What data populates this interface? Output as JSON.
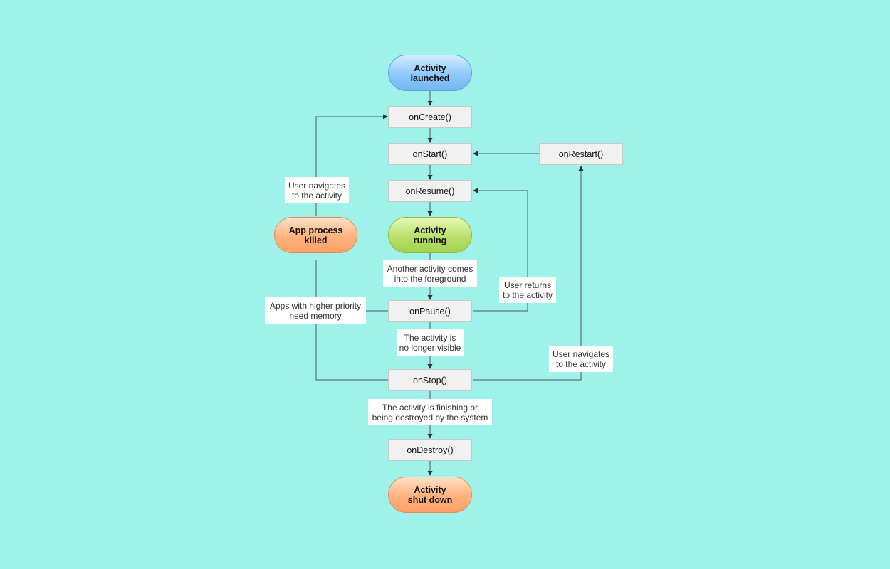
{
  "states": {
    "launched": "Activity\nlaunched",
    "running": "Activity\nrunning",
    "process_killed": "App process\nkilled",
    "shut_down": "Activity\nshut down"
  },
  "methods": {
    "on_create": "onCreate()",
    "on_start": "onStart()",
    "on_restart": "onRestart()",
    "on_resume": "onResume()",
    "on_pause": "onPause()",
    "on_stop": "onStop()",
    "on_destroy": "onDestroy()"
  },
  "labels": {
    "user_navigates_top": "User navigates\nto the activity",
    "another_activity": "Another activity comes\ninto the foreground",
    "user_returns": "User returns\nto the activity",
    "higher_priority": "Apps with higher priority\nneed memory",
    "no_longer_visible": "The activity is\nno longer visible",
    "user_navigates_right": "User navigates\nto the activity",
    "finishing": "The activity is finishing or\nbeing destroyed by the system"
  },
  "colors": {
    "background": "#9ef2ea",
    "launched": "#8cc8fb",
    "running": "#b9e06a",
    "killed": "#ffb27e",
    "method_box": "#f1f1f1"
  }
}
